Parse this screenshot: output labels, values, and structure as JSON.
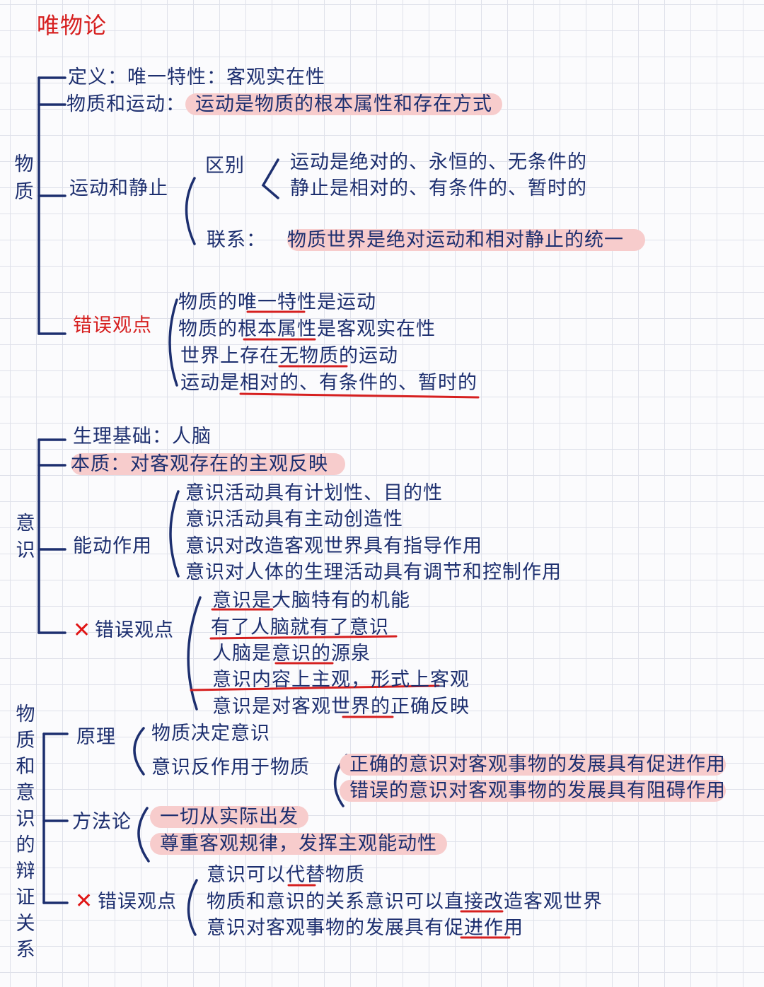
{
  "title": "唯物论",
  "section1": {
    "label": [
      "物",
      "质"
    ],
    "definition": "定义：唯一特性：客观实在性",
    "motion_prefix": "物质和运动：",
    "motion_highlight": "运动是物质的根本属性和存在方式",
    "motion_rest": "运动和静止",
    "difference": "区别",
    "diff_items": [
      "运动是绝对的、永恒的、无条件的",
      "静止是相对的、有条件的、暂时的"
    ],
    "link_prefix": "联系：",
    "link_highlight": "物质世界是绝对运动和相对静止的统一",
    "wrong_label": "错误观点",
    "wrong_items": [
      "物质的唯一特性是运动",
      "物质的根本属性是客观实在性",
      "世界上存在无物质的运动",
      "运动是相对的、有条件的、暂时的"
    ]
  },
  "section2": {
    "label": [
      "意",
      "识"
    ],
    "basis": "生理基础：人脑",
    "essence": "本质：对客观存在的主观反映",
    "active_label": "能动作用",
    "active_items": [
      "意识活动具有计划性、目的性",
      "意识活动具有主动创造性",
      "意识对改造客观世界具有指导作用",
      "意识对人体的生理活动具有调节和控制作用"
    ],
    "wrong_label": "错误观点",
    "wrong_items": [
      "意识是大脑特有的机能",
      "有了人脑就有了意识",
      "人脑是意识的源泉",
      "意识内容上主观，形式上客观",
      "意识是对客观世界的正确反映"
    ]
  },
  "section3": {
    "label": [
      "物",
      "质",
      "和",
      "意",
      "识",
      "的",
      "辩",
      "证",
      "关",
      "系"
    ],
    "principle_label": "原理",
    "principle_items": [
      "物质决定意识",
      "意识反作用于物质"
    ],
    "reaction_items": [
      "正确的意识对客观事物的发展具有促进作用",
      "错误的意识对客观事物的发展具有阻碍作用"
    ],
    "method_label": "方法论",
    "method_items": [
      "一切从实际出发",
      "尊重客观规律，发挥主观能动性"
    ],
    "wrong_label": "错误观点",
    "wrong_items": [
      "意识可以代替物质",
      "物质和意识的关系意识可以直接改造客观世界",
      "意识对客观事物的发展具有促进作用"
    ]
  },
  "colors": {
    "ink": "#1d2f6f",
    "red": "#d62020",
    "highlight": "#f7cccc",
    "grid": "#dfe1ea"
  },
  "icons": [
    "cross-icon"
  ]
}
